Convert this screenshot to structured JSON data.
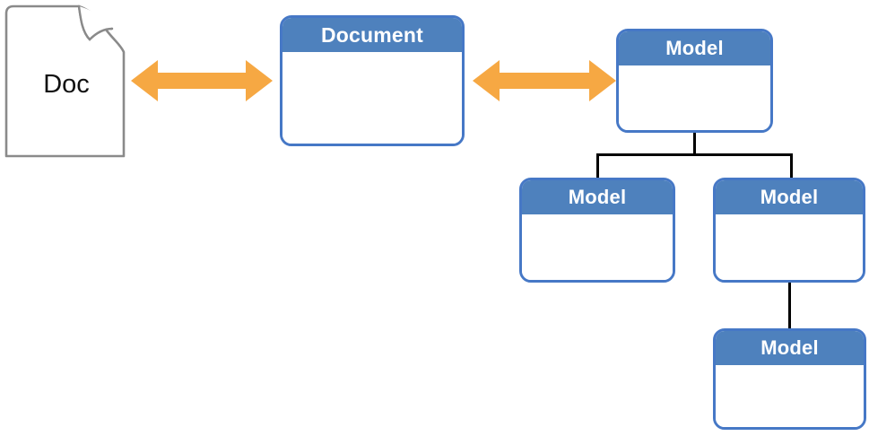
{
  "diagram": {
    "doc": {
      "label": "Doc"
    },
    "nodes": [
      {
        "id": "document",
        "title": "Document"
      },
      {
        "id": "model-root",
        "title": "Model"
      },
      {
        "id": "model-child-left",
        "title": "Model"
      },
      {
        "id": "model-child-right",
        "title": "Model"
      },
      {
        "id": "model-grandchild",
        "title": "Model"
      }
    ],
    "colors": {
      "node_header_blue": "#4E81BD",
      "node_border_blue": "#4678C6",
      "arrow_orange": "#F6A843",
      "connector_black": "#000000",
      "doc_outline_gray": "#8A8A8A",
      "doc_text": "#111111"
    }
  }
}
